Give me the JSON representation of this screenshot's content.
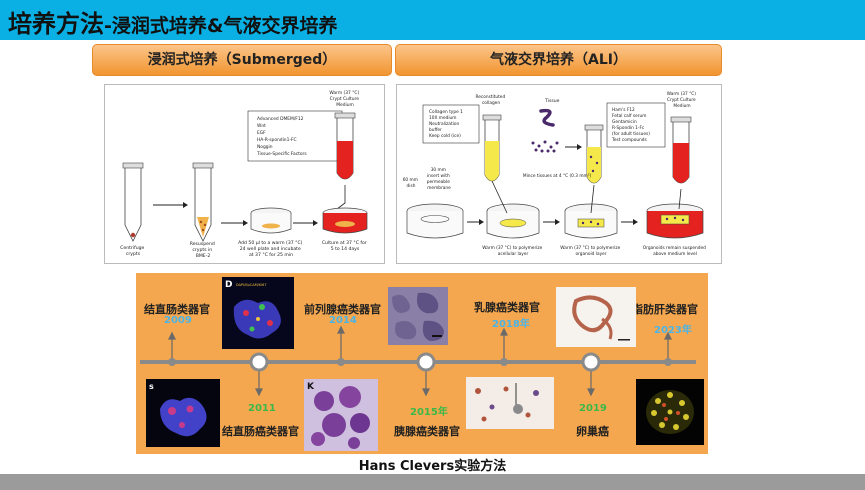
{
  "header": {
    "title_main": "培养方法",
    "title_sub": "-浸润式培养&气液交界培养"
  },
  "panels": {
    "submerged": {
      "title": "浸润式培养（Submerged）",
      "media_list": [
        "Advanced DMEM/F12",
        "Wnt",
        "EGF",
        "HA-R-spondin1-FC",
        "Noggin",
        "Tissue-Specific Factors"
      ],
      "tube_label": [
        "Warm (37 °C)",
        "Crypt Culture",
        "Medium"
      ],
      "step1": [
        "Centrifuge",
        "crypts"
      ],
      "step2": [
        "Resuspend",
        "crypts in",
        "BME-2"
      ],
      "step3": [
        "Add 50 µl to a warm (37 °C)",
        "24 well plate and incubate",
        "at 37 °C for 25 min"
      ],
      "step4": [
        "Culture at 37 °C for",
        "5 to 14 days"
      ]
    },
    "ali": {
      "title": "气液交界培养（ALI）",
      "list1": [
        "Collagen type 1",
        "10X medium",
        "Neutralization",
        "buffer",
        "Keep cold (ice)"
      ],
      "reconstituted": [
        "Reconstituted",
        "collagen"
      ],
      "tissue": "Tissue",
      "list2": [
        "Ham's F12",
        "Fetal calf serum",
        "Gentamicin",
        "R-Spondin 1-Fc",
        "(for adult tissues)",
        "Test compounds"
      ],
      "tube_label": [
        "Warm (37 °C)",
        "Crypt Culture",
        "Medium"
      ],
      "dish60": [
        "60 mm",
        "dish"
      ],
      "insert30": [
        "30 mm",
        "insert with",
        "permeable",
        "membrane"
      ],
      "mince": "Mince tissues at 4 °C (0.3 mm³)",
      "step1": [
        "Warm (37 °C) to polymerize",
        "acellular layer"
      ],
      "step2": [
        "Warm (37 °C) to polymerize",
        "organoid layer"
      ],
      "step3": [
        "Organoids remain suspended",
        "above medium level"
      ]
    }
  },
  "timeline": {
    "top": [
      {
        "label": "结直肠类器官",
        "year": "2009"
      },
      {
        "label": "前列腺癌类器官",
        "year": "2014"
      },
      {
        "label": "乳腺癌类器官",
        "year": "2018年"
      },
      {
        "label": "脂肪肝类器官",
        "year": "2023年"
      }
    ],
    "bottom": [
      {
        "label": "结直肠癌类器官",
        "year": "2011"
      },
      {
        "label": "胰腺癌类器官",
        "year": "2015年"
      },
      {
        "label": "卵巢癌",
        "year": "2019"
      }
    ],
    "image_letters": {
      "top_left": "D",
      "bottom_left": "s",
      "bottom_mid": "K"
    },
    "image_caption": "DAPI/EpCAM/Ki67"
  },
  "footer": {
    "caption": "Hans Clevers实验方法"
  },
  "colors": {
    "header": "#0ab0e4",
    "panel": "#f4a74e",
    "axis": "#8a8a8a",
    "year_blue": "#4bb4e6",
    "year_green": "#3cb84a",
    "bottom_bar": "#9b9b9b"
  }
}
